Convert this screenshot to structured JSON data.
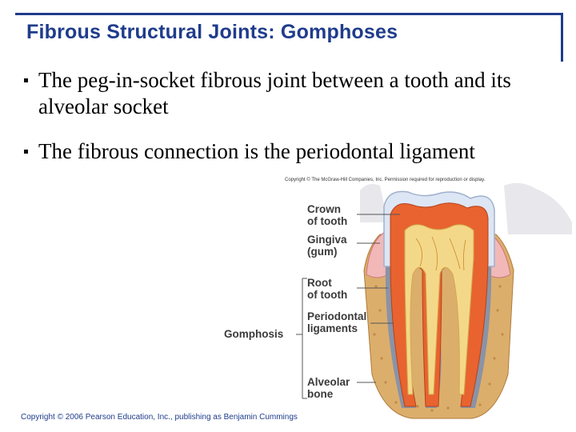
{
  "slide": {
    "title": "Fibrous Structural Joints: Gomphoses",
    "bullets": [
      {
        "text": "The peg-in-socket fibrous joint between a tooth and its alveolar socket"
      },
      {
        "text": "The fibrous connection is the periodontal ligament"
      }
    ]
  },
  "figure": {
    "copyright": "Copyright © The McGraw-Hill Companies, Inc. Permission required for reproduction or display.",
    "labels": {
      "crown": [
        "Crown",
        "of tooth"
      ],
      "gingiva": [
        "Gingiva",
        "(gum)"
      ],
      "root": [
        "Root",
        "of tooth"
      ],
      "periodontal": [
        "Periodontal",
        "ligaments"
      ],
      "gomphosis": "Gomphosis",
      "alveolar": [
        "Alveolar",
        "bone"
      ]
    }
  },
  "footer": {
    "text": "Copyright © 2006 Pearson Education, Inc., publishing as Benjamin Cummings"
  },
  "colors": {
    "accent": "#1f3c8c",
    "enamel": "#dde6f4",
    "dentin": "#e8632f",
    "pulp": "#f4d889",
    "bone": "#dcae6c",
    "gum": "#f2b8b8"
  }
}
